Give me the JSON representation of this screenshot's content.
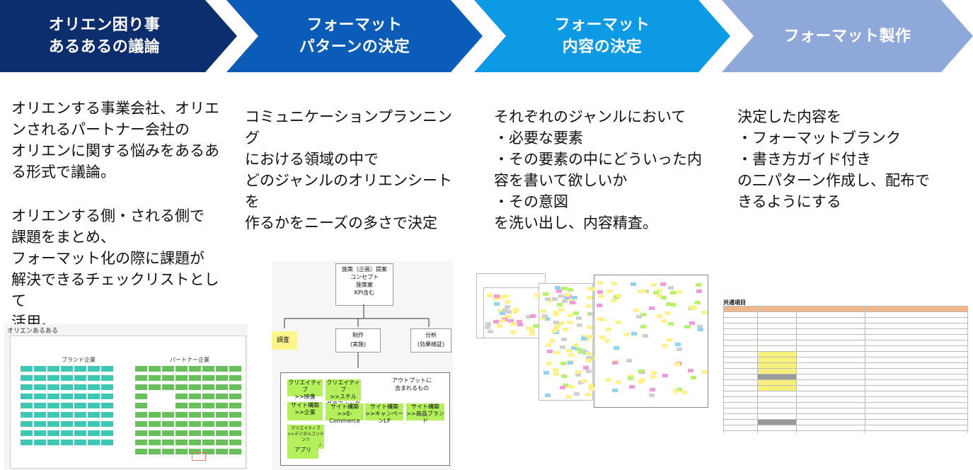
{
  "steps": [
    {
      "label": "オリエン困り事\nあるあるの議論",
      "color": "#0c2d6e"
    },
    {
      "label": "フォーマット\nパターンの決定",
      "color": "#0b5cb9"
    },
    {
      "label": "フォーマット\n内容の決定",
      "color": "#0d9ae4"
    },
    {
      "label": "フォーマット製作",
      "color": "#8fa8da"
    }
  ],
  "descriptions": {
    "step1_a": "オリエンする事業会社、オリエ\nンされるパートナー会社の\nオリエンに関する悩みをあるあ\nる形式で議論。",
    "step1_b": "オリエンする側・される側で\n課題をまとめ、\nフォーマット化の際に課題が\n解決できるチェックリストとして\n活用。",
    "step2": "コミュニケーションプランニング\nにおける領域の中で\nどのジャンルのオリエンシートを\n作るかをニーズの多さで決定",
    "step3": "それぞれのジャンルにおいて\n・必要な要素\n・その要素の中にどういった内\n容を書いて欲しいか\n・その意図\nを洗い出し、内容精査。",
    "step4": "決定した内容を\n・フォーマットブランク\n・書き方ガイド付き\nの二パターン作成し、配布で\nきるようにする"
  },
  "thumbnails": {
    "board1": {
      "title": "オリエンあるある",
      "left_heading": "ブランド企業",
      "right_heading": "パートナー企業"
    },
    "tree": {
      "root": "施策（企画）提案\nコンセプト\n施策案\nKPI含む",
      "left": "調査",
      "middle": "制作\n(実施)",
      "right": "分析\n(効果検証)",
      "group_title": "アウトプットに\n含まれるもの",
      "notes": [
        "クリエイティブ\n>>映像",
        "クリエイティブ\n>>スチル\nグラフィック",
        "サイト構築\n>>企業",
        "サイト構築\n>>E-Commerce",
        "サイト構築\n>>キャンペーンLP",
        "サイト構築\n>>商品ブランド",
        "クリエイティブ\n>>デジタルコンテンツ\n(ツール・アプリ等)",
        "アプリ"
      ]
    },
    "sheet": {
      "title": "共通項目"
    }
  }
}
